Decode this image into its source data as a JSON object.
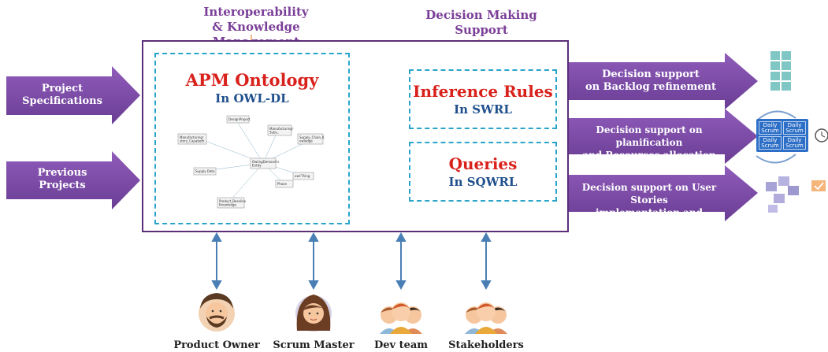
{
  "top_labels": {
    "interoperability": "Interoperability\n& Knowledge Management",
    "decision_making": "Decision Making\nSupport"
  },
  "inputs": {
    "project_specifications": "Project\nSpecifications",
    "previous_projects": "Previous\nProjects"
  },
  "ontology": {
    "title": "APM Ontology",
    "subtitle": "In OWL-DL",
    "nodes": [
      "DesignProject",
      "Manufacturing²\nSubs..",
      "Manufacturing²\nstory_Capabeth",
      "Supply_Chain_Kn\nowledge",
      "OwlingDemand²s\nEntity",
      "Supply Data",
      "Phase",
      "owl:Thing",
      "Product_Baseline\nKnowledge"
    ]
  },
  "inference": {
    "title": "Inference Rules",
    "subtitle": "In SWRL"
  },
  "queries": {
    "title": "Queries",
    "subtitle": "In SQWRL"
  },
  "outputs": {
    "backlog": "Decision support\non Backlog refinement",
    "planification": "Decision support on planification\nand Resources allocation",
    "user_stories": "Decision support on User Stories\nimplementation and evaluation"
  },
  "scrum_card": {
    "cell": "Daily\nScrum"
  },
  "people": [
    {
      "label": "Product Owner"
    },
    {
      "label": "Scrum Master"
    },
    {
      "label": "Dev team"
    },
    {
      "label": "Stakeholders"
    }
  ],
  "colors": {
    "purple_arrow": "#7b4ba6",
    "main_border": "#5b2e7a",
    "dashed": "#2aa5c9",
    "red": "#d9211c",
    "blue": "#1f4f8c",
    "double_arrow": "#f2b21b",
    "connector": "#4a7fb5",
    "orange_arrow": "#f0b48a"
  }
}
